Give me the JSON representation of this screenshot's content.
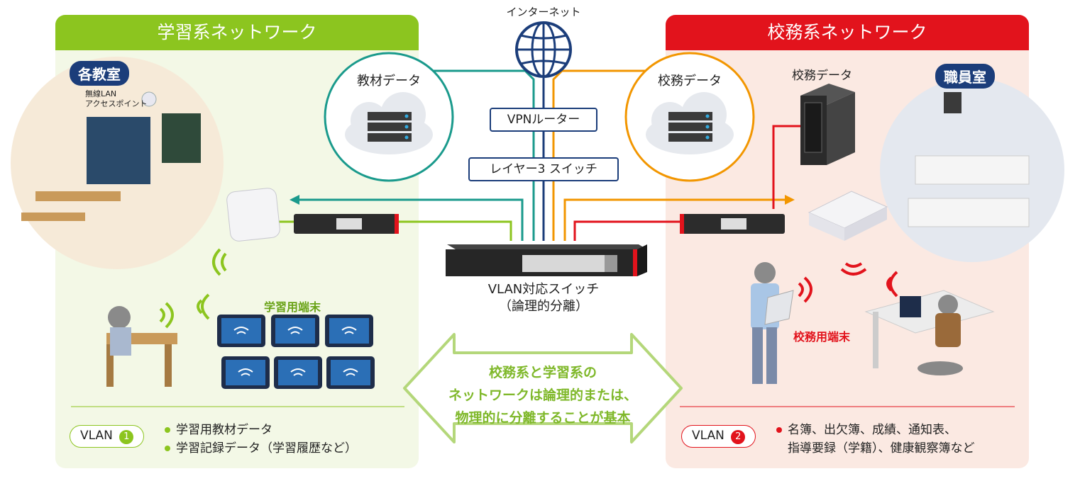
{
  "left_panel": {
    "title": "学習系ネットワーク",
    "room": "各教室",
    "ap_label_line1": "無線LAN",
    "ap_label_line2": "アクセスポイント",
    "terminals": "学習用端末",
    "vlan_label": "VLAN",
    "vlan_num": "1",
    "items": [
      "学習用教材データ",
      "学習記録データ（学習履歴など）"
    ]
  },
  "right_panel": {
    "title": "校務系ネットワーク",
    "room": "職員室",
    "server_label": "校務データ",
    "terminals": "校務用端末",
    "vlan_label": "VLAN",
    "vlan_num": "2",
    "items_line1": "名簿、出欠簿、成績、通知表、",
    "items_line2": "指導要録（学籍）、健康観察簿など"
  },
  "center": {
    "internet": "インターネット",
    "vpn_router": "VPNルーター",
    "l3_switch": "レイヤー3 スイッチ",
    "vlan_switch_line1": "VLAN対応スイッチ",
    "vlan_switch_line2": "（論理的分離）",
    "arrow_text": [
      "校務系と学習系の",
      "ネットワークは論理的または、",
      "物理的に分離することが基本"
    ]
  },
  "clouds": {
    "left": "教材データ",
    "right": "校務データ"
  },
  "colors": {
    "green": "#8cc51f",
    "red": "#e2131c",
    "navy": "#1b3d7a",
    "teal": "#1a9a8c",
    "orange": "#f29600"
  }
}
